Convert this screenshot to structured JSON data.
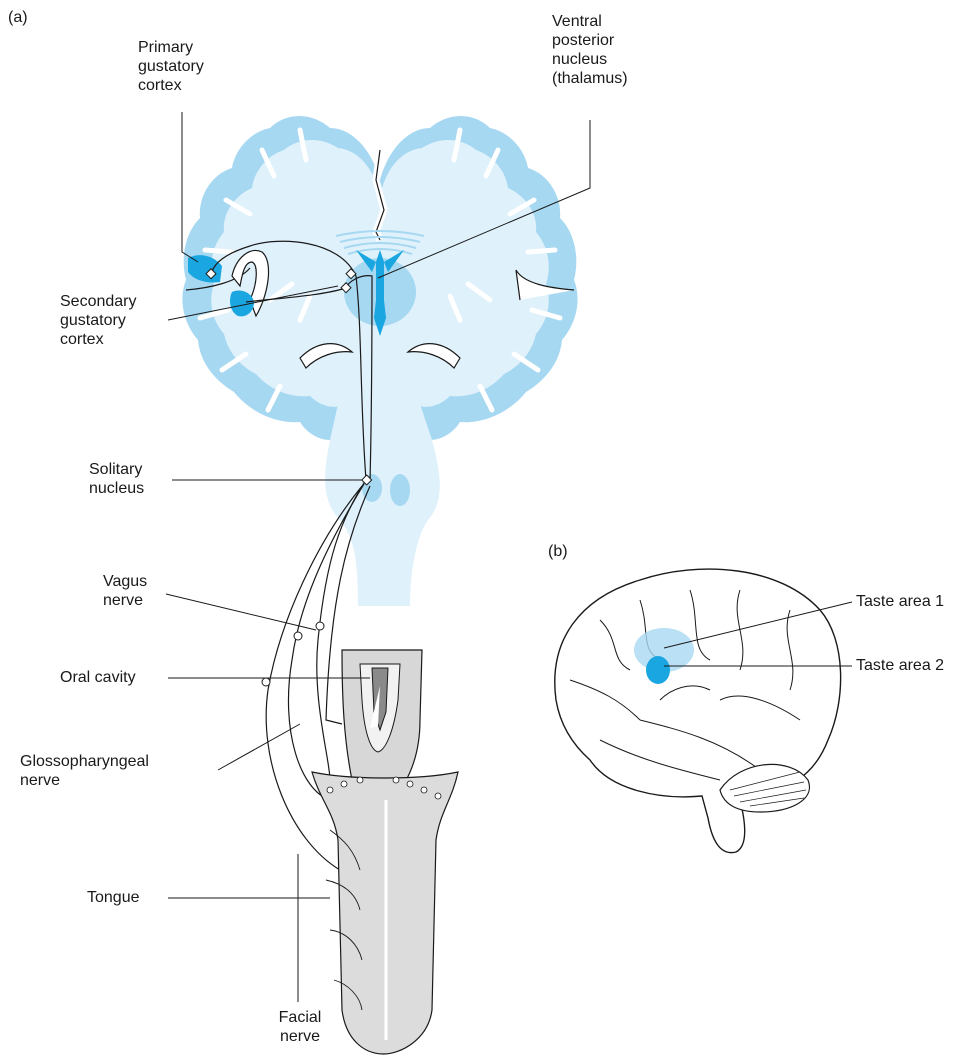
{
  "panels": {
    "a": "(a)",
    "b": "(b)"
  },
  "labels": {
    "primary_cortex": "Primary\ngustatory\ncortex",
    "ventral_posterior": "Ventral\nposterior\nnucleus\n(thalamus)",
    "secondary_cortex": "Secondary\ngustatory\ncortex",
    "solitary": "Solitary\nnucleus",
    "vagus": "Vagus\nnerve",
    "oral": "Oral cavity",
    "glosso": "Glossopharyngeal\nnerve",
    "tongue": "Tongue",
    "facial": "Facial\nnerve",
    "taste1": "Taste area 1",
    "taste2": "Taste area 2"
  },
  "colors": {
    "brain_fill": "#dff1fb",
    "gray_matter": "#a7d8f2",
    "highlight": "#1aa6e0",
    "line": "#1a1a1a"
  }
}
